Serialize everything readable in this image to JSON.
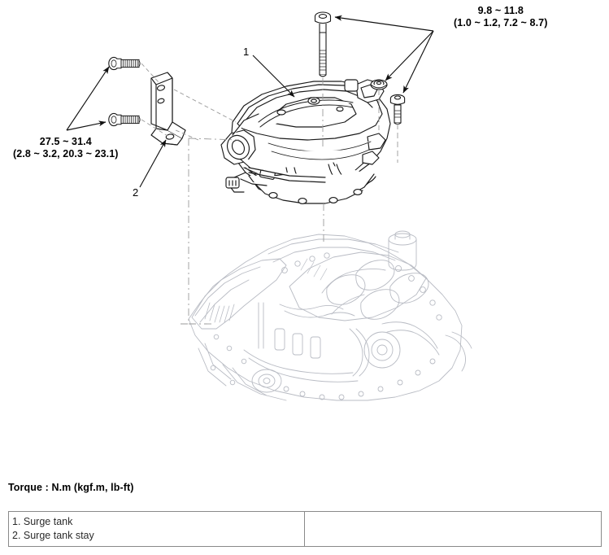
{
  "diagram": {
    "title_caption": "Torque : N.m (kgf.m, lb-ft)",
    "torque_labels": [
      {
        "id": "torque-left",
        "line1": "27.5 ~ 31.4",
        "line2": "(2.8 ~ 3.2, 20.3 ~ 23.1)",
        "applies_to": "surge tank stay bolts"
      },
      {
        "id": "torque-right",
        "line1": "9.8 ~ 11.8",
        "line2": "(1.0 ~ 1.2, 7.2 ~ 8.7)",
        "applies_to": "surge tank bolts"
      }
    ],
    "callouts": [
      {
        "number": "1",
        "refers_to": "surge tank"
      },
      {
        "number": "2",
        "refers_to": "surge tank stay"
      }
    ],
    "components": [
      {
        "name": "surge tank",
        "style": "black-line-art"
      },
      {
        "name": "surge tank stay",
        "style": "black-line-art"
      },
      {
        "name": "engine assembly",
        "style": "gray-phantom-line-art"
      },
      {
        "name": "long flange bolt",
        "style": "black-line-art"
      },
      {
        "name": "flange bolt",
        "style": "black-line-art"
      },
      {
        "name": "washer bolt",
        "style": "black-line-art"
      }
    ]
  },
  "parts_table": {
    "left_column": [
      "1. Surge tank",
      "2. Surge tank stay"
    ],
    "right_column": []
  },
  "colors": {
    "line_black": "#1a1a1a",
    "line_gray": "#b9bcc4",
    "table_border": "#8a8a8a",
    "text": "#000000",
    "table_text": "#2b2b2b"
  }
}
